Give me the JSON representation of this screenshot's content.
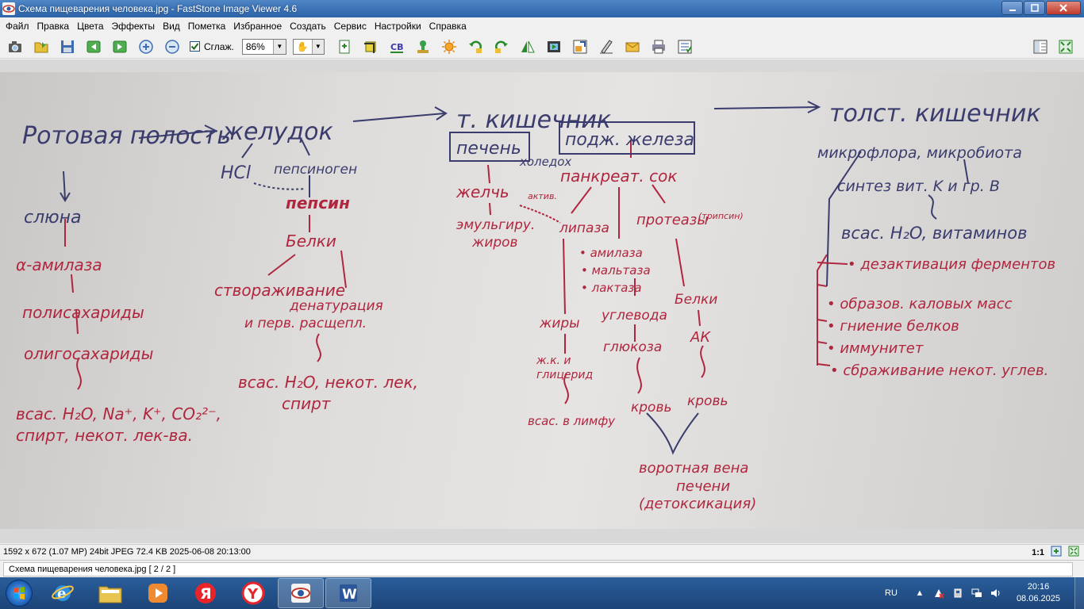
{
  "window": {
    "title": "Схема пищеварения человека.jpg  -  FastStone Image Viewer 4.6"
  },
  "menu": [
    "Файл",
    "Правка",
    "Цвета",
    "Эффекты",
    "Вид",
    "Пометка",
    "Избранное",
    "Создать",
    "Сервис",
    "Настройки",
    "Справка"
  ],
  "toolbar": {
    "smooth_label": "Сглаж.",
    "smooth_checked": true,
    "zoom_value": "86%"
  },
  "photo_text": {
    "mouth": "Ротовая полость",
    "saliva": "слюна",
    "amylase": "α-амилаза",
    "polysaccharides": "полисахариды",
    "oligosaccharides": "олигосахариды",
    "mouth_absorb_1": "всас. H₂O, Na⁺, K⁺, CO₂²⁻,",
    "mouth_absorb_2": "спирт, некот. лек-ва.",
    "stomach": "желудок",
    "hcl": "HCl",
    "pepsinogen": "пепсиноген",
    "pepsin": "пепсин",
    "proteins_stomach": "Белки",
    "curdling": "створаживание",
    "denaturation": "денатурация",
    "first_split": "и перв. расщепл.",
    "stomach_absorb_1": "всас. H₂O, некот. лек,",
    "stomach_absorb_2": "спирт",
    "small_intestine": "т. кишечник",
    "liver": "печень",
    "pancreas": "подж. железа",
    "choledoch": "холедох",
    "bile": "желчь",
    "activ": "актив.",
    "emulsify_1": "эмульгиру.",
    "emulsify_2": "жиров",
    "pancreatic_juice": "панкреат. сок",
    "lipase": "липаза",
    "bullet_amylase": "• амилаза",
    "bullet_maltase": "• мальтаза",
    "bullet_lactase": "• лактаза",
    "proteases": "протеазы",
    "trypsin": "(трипсин)",
    "fats": "жиры",
    "fatty_acids_1": "ж.к. и",
    "fatty_acids_2": "глицерид",
    "carbs": "углевода",
    "glucose": "глюкоза",
    "proteins_si": "Белки",
    "aa": "АК",
    "lymph": "всас. в лимфу",
    "blood_1": "кровь",
    "blood_2": "кровь",
    "portal_1": "воротная вена",
    "portal_2": "печени",
    "portal_3": "(детоксикация)",
    "large_intestine": "толст. кишечник",
    "microflora": "микрофлора, микробиота",
    "synthesis": "синтез вит. K и гр. B",
    "absorb_vit": "всас. H₂O, витаминов",
    "li_1": "• дезактивация ферментов",
    "li_2": "• образов. каловых масс",
    "li_3": "• гниение белков",
    "li_4": "• иммунитет",
    "li_5": "• сбраживание некот. углев."
  },
  "status": {
    "info": "1592 x 672 (1.07 MP)  24bit  JPEG   72.4 KB   2025-06-08 20:13:00",
    "one_to_one": "1:1",
    "file_line": "Схема пищеварения человека.jpg [ 2 / 2 ]"
  },
  "taskbar": {
    "apps": [
      {
        "icon": "internet-explorer-icon"
      },
      {
        "icon": "file-explorer-icon"
      },
      {
        "icon": "media-player-icon"
      },
      {
        "icon": "yandex-browser-icon",
        "letter": "Я"
      },
      {
        "icon": "yandex-icon",
        "letter": "Y"
      },
      {
        "icon": "faststone-icon"
      },
      {
        "icon": "word-icon",
        "letter": "W"
      }
    ],
    "lang": "RU",
    "time": "20:16",
    "date": "08.06.2025"
  },
  "colors": {
    "ink_red": "#b0263e",
    "ink_blue": "#3a3c6e",
    "title_bar": "#2d63a8",
    "taskbar": "#1c4478"
  }
}
